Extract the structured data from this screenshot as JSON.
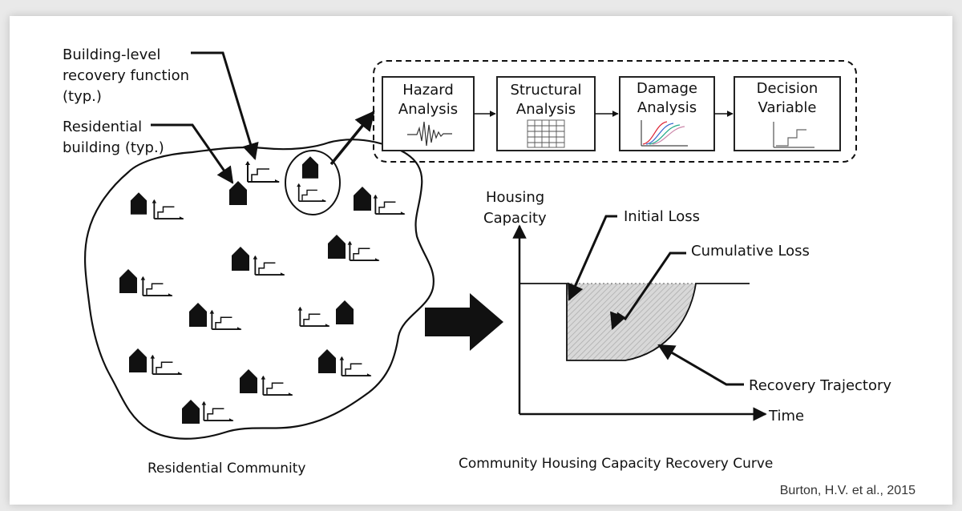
{
  "labels": {
    "building_recovery_line1": "Building-level",
    "building_recovery_line2": "recovery function",
    "building_recovery_line3": "(typ.)",
    "residential_building_line1": "Residential",
    "residential_building_line2": "building (typ.)",
    "community_caption": "Residential Community"
  },
  "pipeline": [
    {
      "line1": "Hazard",
      "line2": "Analysis"
    },
    {
      "line1": "Structural",
      "line2": "Analysis"
    },
    {
      "line1": "Damage",
      "line2": "Analysis"
    },
    {
      "line1": "Decision",
      "line2": "Variable"
    }
  ],
  "curve": {
    "ylabel_line1": "Housing",
    "ylabel_line2": "Capacity",
    "xlabel": "Time",
    "initial_loss": "Initial Loss",
    "cumulative_loss": "Cumulative Loss",
    "recovery_trajectory": "Recovery Trajectory",
    "caption": "Community Housing Capacity Recovery Curve"
  },
  "citation": "Burton, H.V. et al., 2015"
}
